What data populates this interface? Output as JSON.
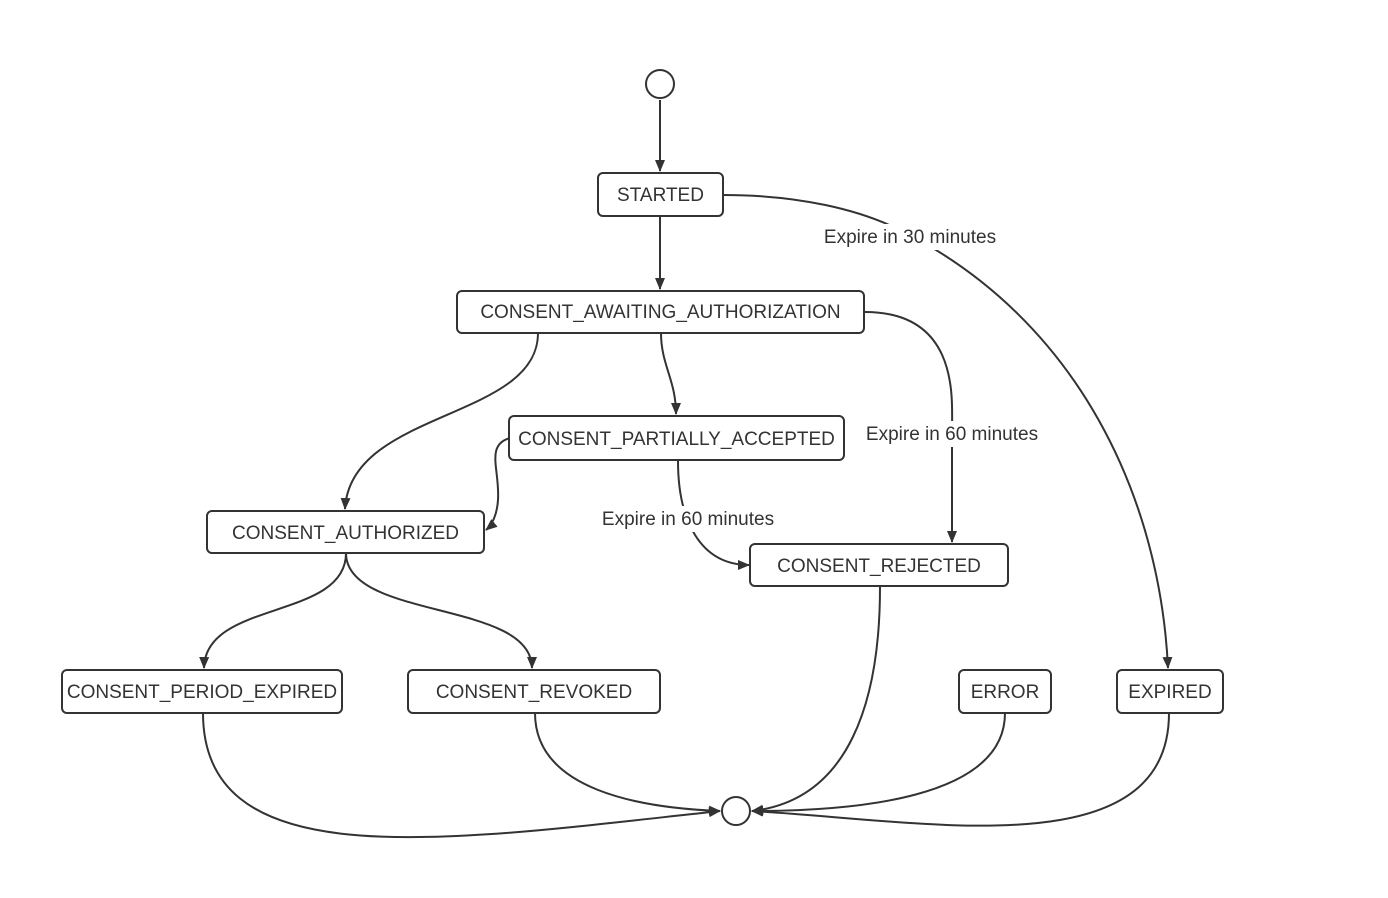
{
  "diagram": {
    "states": {
      "started": "STARTED",
      "awaiting": "CONSENT_AWAITING_AUTHORIZATION",
      "partially": "CONSENT_PARTIALLY_ACCEPTED",
      "authorized": "CONSENT_AUTHORIZED",
      "rejected": "CONSENT_REJECTED",
      "period_expired": "CONSENT_PERIOD_EXPIRED",
      "revoked": "CONSENT_REVOKED",
      "error": "ERROR",
      "expired": "EXPIRED"
    },
    "transition_labels": {
      "started_to_expired": "Expire in 30 minutes",
      "awaiting_to_rejected": "Expire in 60 minutes",
      "partially_to_rejected": "Expire in 60 minutes"
    }
  },
  "colors": {
    "stroke": "#333333",
    "fill": "#ffffff"
  }
}
